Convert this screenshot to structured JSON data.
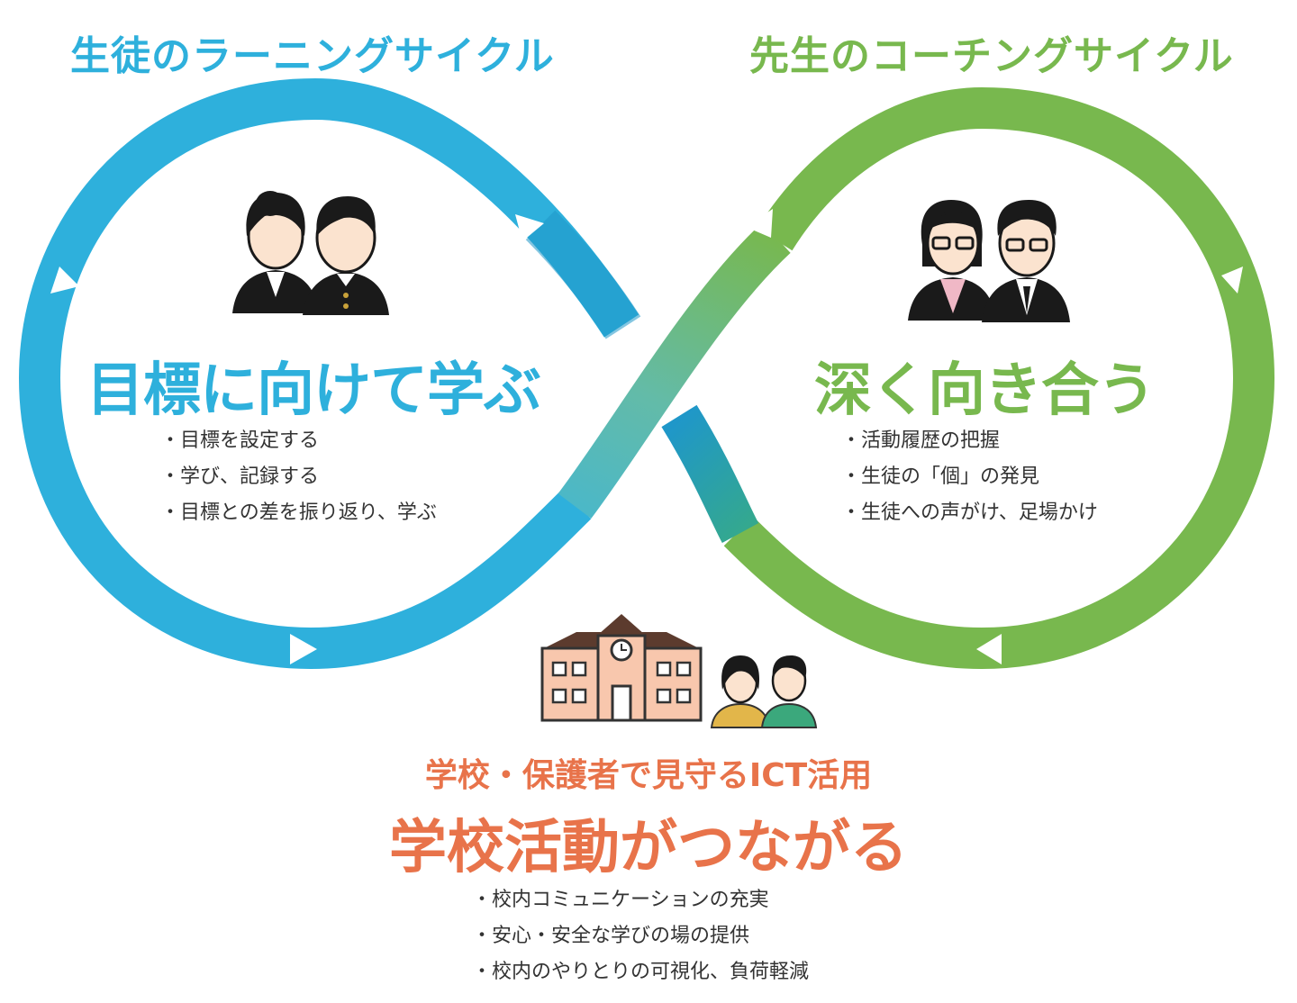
{
  "student_cycle": {
    "title": "生徒のラーニングサイクル",
    "heading": "目標に向けて学ぶ",
    "items": [
      "目標を設定する",
      "学び、記録する",
      "目標との差を振り返り、学ぶ"
    ],
    "color": "#2eb0dc",
    "icon": "student-pair-icon"
  },
  "teacher_cycle": {
    "title": "先生のコーチングサイクル",
    "heading": "深く向き合う",
    "items": [
      "活動履歴の把握",
      "生徒の「個」の発見",
      "生徒への声がけ、足場かけ"
    ],
    "color": "#78b84e",
    "icon": "teacher-pair-icon"
  },
  "school": {
    "subtitle": "学校・保護者で見守るICT活用",
    "heading": "学校活動がつながる",
    "items": [
      "校内コミュニケーションの充実",
      "安心・安全な学びの場の提供",
      "校内のやりとりの可視化、負荷軽減"
    ],
    "color": "#e8734a",
    "icons": [
      "school-building-icon",
      "parents-icon"
    ]
  }
}
